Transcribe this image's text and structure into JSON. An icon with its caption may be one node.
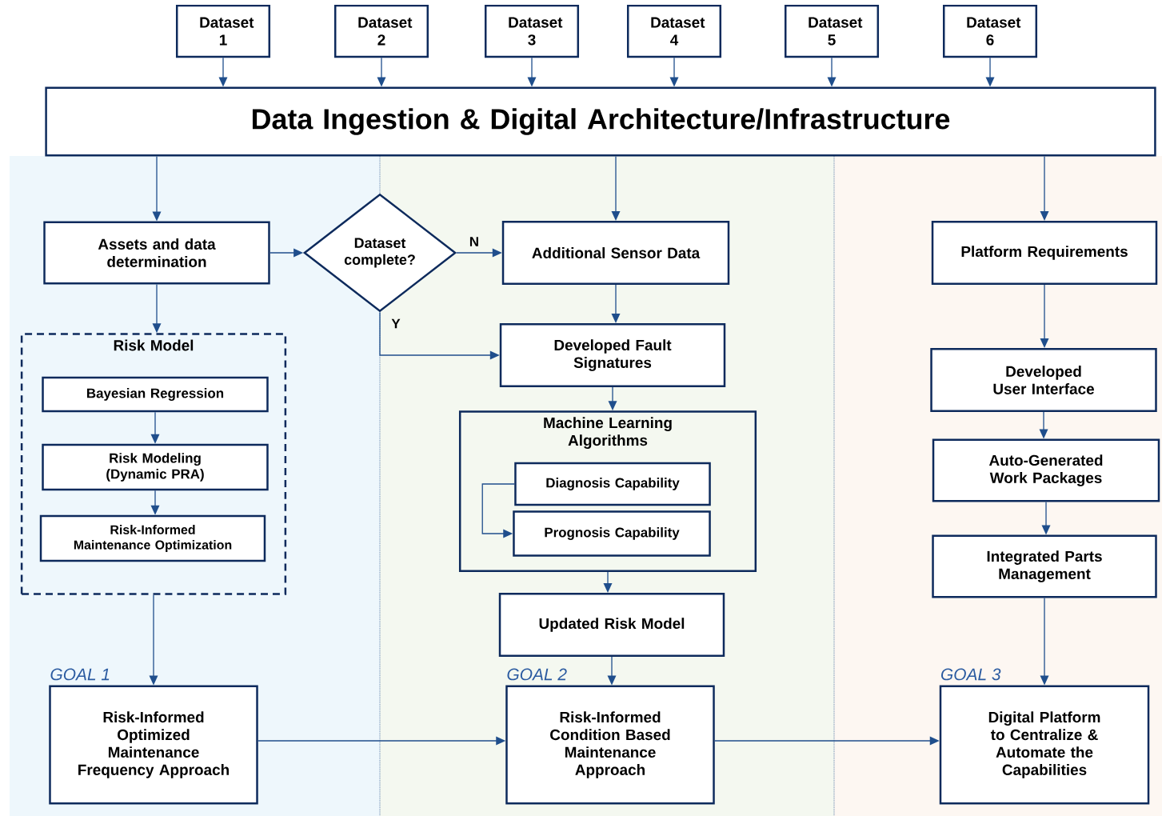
{
  "diagram": {
    "nodes": [
      {
        "text": [
          "Dataset 1"
        ]
      },
      {
        "text": [
          "Dataset 2"
        ]
      },
      {
        "text": [
          "Dataset 3"
        ]
      },
      {
        "text": [
          "Dataset 4"
        ]
      },
      {
        "text": [
          "Dataset 5"
        ]
      },
      {
        "text": [
          "Dataset 6"
        ]
      },
      {
        "text": [
          "Data Ingestion & Digital Architecture/Infrastructure"
        ]
      },
      {
        "text": [
          "Assets and data determination"
        ]
      },
      {
        "text": [
          "Dataset complete?"
        ]
      },
      {
        "text": [
          "Additional Sensor Data"
        ]
      },
      {
        "text": [
          "Platform Requirements"
        ]
      },
      {
        "text": [
          "Risk Model"
        ]
      },
      {
        "text": [
          "Bayesian Regression"
        ],
        "in": 11
      },
      {
        "text": [
          "Risk Modeling (Dynamic PRA)"
        ],
        "in": 11
      },
      {
        "text": [
          "Risk-Informed Maintenance Optimization"
        ],
        "in": 11
      },
      {
        "text": [
          "Developed Fault Signatures"
        ]
      },
      {
        "text": [
          "Developed User Interface"
        ]
      },
      {
        "text": [
          "Machine Learning Algorithms"
        ]
      },
      {
        "text": [
          "Diagnosis Capability"
        ],
        "in": 17
      },
      {
        "text": [
          "Prognosis Capability"
        ],
        "in": 17
      },
      {
        "text": [
          "Auto-Generated Work Packages"
        ]
      },
      {
        "text": [
          "Integrated Parts Management"
        ]
      },
      {
        "text": [
          "Updated Risk Model"
        ]
      },
      {
        "text": [
          "Risk-Informed Optimized Maintenance Frequency Approach"
        ],
        "beside": [
          "GOAL 1"
        ]
      },
      {
        "text": [
          "Risk-Informed Condition Based Maintenance Approach"
        ],
        "beside": [
          "GOAL 2"
        ]
      },
      {
        "text": [
          "Digital Platform to Centralize & Automate the Capabilities"
        ],
        "beside": [
          "GOAL 3"
        ]
      }
    ],
    "edges": [
      {
        "from": 0,
        "to": 6,
        "arrow": "to"
      },
      {
        "from": 1,
        "to": 6,
        "arrow": "to"
      },
      {
        "from": 2,
        "to": 6,
        "arrow": "to"
      },
      {
        "from": 3,
        "to": 6,
        "arrow": "to"
      },
      {
        "from": 4,
        "to": 6,
        "arrow": "to"
      },
      {
        "from": 5,
        "to": 6,
        "arrow": "to"
      },
      {
        "from": 6,
        "to": 7,
        "arrow": "to"
      },
      {
        "from": 6,
        "to": 9,
        "arrow": "to"
      },
      {
        "from": 6,
        "to": 10,
        "arrow": "to"
      },
      {
        "from": 7,
        "to": 8,
        "arrow": "to"
      },
      {
        "from": 8,
        "to": 9,
        "arrow": "to",
        "label": "N"
      },
      {
        "from": 8,
        "to": 15,
        "arrow": "to",
        "label": "Y"
      },
      {
        "from": 7,
        "to": 11,
        "arrow": "to"
      },
      {
        "from": 12,
        "to": 13,
        "arrow": "to"
      },
      {
        "from": 13,
        "to": 14,
        "arrow": "to"
      },
      {
        "from": 9,
        "to": 15,
        "arrow": "to"
      },
      {
        "from": 15,
        "to": 17,
        "arrow": "to"
      },
      {
        "from": 18,
        "to": 19,
        "arrow": "to"
      },
      {
        "from": 17,
        "to": 22,
        "arrow": "to"
      },
      {
        "from": 22,
        "to": 24,
        "arrow": "to"
      },
      {
        "from": 11,
        "to": 23,
        "arrow": "to"
      },
      {
        "from": 23,
        "to": 24,
        "arrow": "to"
      },
      {
        "from": 24,
        "to": 25,
        "arrow": "to"
      },
      {
        "from": 10,
        "to": 16,
        "arrow": "to"
      },
      {
        "from": 16,
        "to": 20,
        "arrow": "to"
      },
      {
        "from": 20,
        "to": 21,
        "arrow": "to"
      },
      {
        "from": 21,
        "to": 25,
        "arrow": "to"
      }
    ]
  }
}
